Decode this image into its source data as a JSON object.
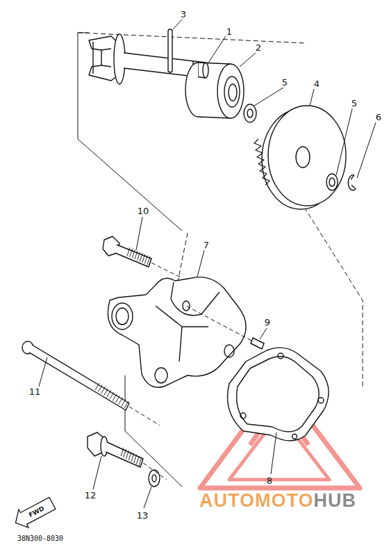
{
  "diagram": {
    "nodes": [
      {
        "text": [
          "FWD"
        ]
      }
    ],
    "labels": [
      "3",
      "1",
      "2",
      "5",
      "4",
      "5",
      "6",
      "10",
      "7",
      "9",
      "11",
      "8",
      "12",
      "13",
      "38N300-8030",
      "AUTOMOTOHUB"
    ]
  }
}
